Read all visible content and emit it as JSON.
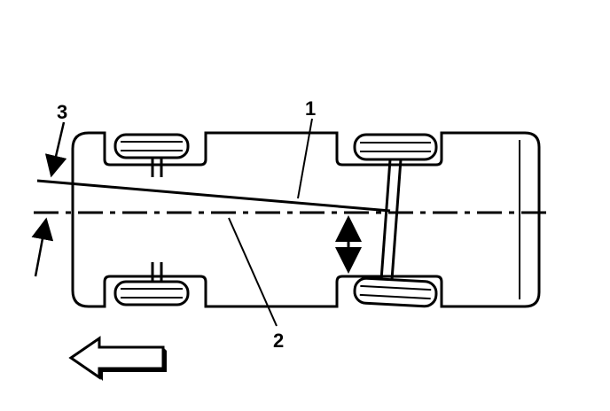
{
  "diagram": {
    "callouts": [
      {
        "id": "1",
        "label": "1"
      },
      {
        "id": "2",
        "label": "2"
      },
      {
        "id": "3",
        "label": "3"
      }
    ],
    "colors": {
      "ink": "#000000",
      "background": "#ffffff"
    }
  }
}
